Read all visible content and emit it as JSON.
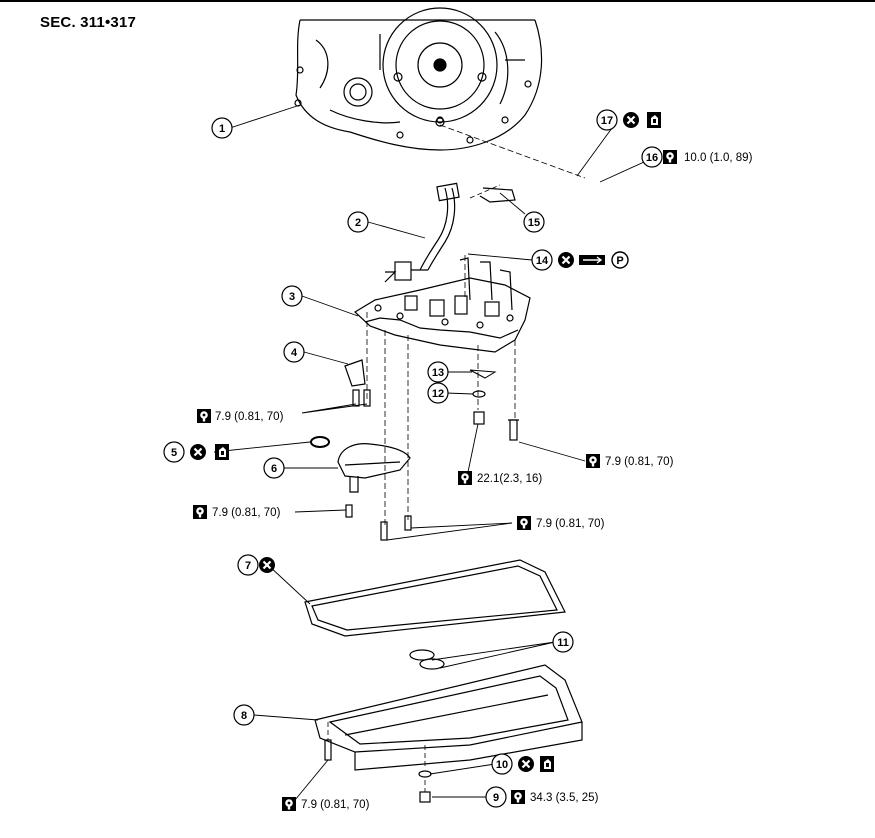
{
  "header": {
    "section": "SEC. 311•317"
  },
  "callouts": [
    {
      "num": "1"
    },
    {
      "num": "2"
    },
    {
      "num": "3"
    },
    {
      "num": "4"
    },
    {
      "num": "5"
    },
    {
      "num": "6"
    },
    {
      "num": "7"
    },
    {
      "num": "8"
    },
    {
      "num": "9"
    },
    {
      "num": "10"
    },
    {
      "num": "11"
    },
    {
      "num": "12"
    },
    {
      "num": "13"
    },
    {
      "num": "14"
    },
    {
      "num": "15"
    },
    {
      "num": "16"
    },
    {
      "num": "17"
    }
  ],
  "torque_specs": [
    {
      "text": "10.0 (1.0, 89)"
    },
    {
      "text": "7.9 (0.81, 70)"
    },
    {
      "text": "22.1(2.3, 16)"
    },
    {
      "text": "7.9 (0.81, 70)"
    },
    {
      "text": "7.9 (0.81, 70)"
    },
    {
      "text": "7.9 (0.81, 70)"
    },
    {
      "text": "7.9 (0.81, 70)"
    },
    {
      "text": "34.3 (3.5, 25)"
    }
  ],
  "symbols": {
    "do_not_reuse": "do-not-reuse-icon",
    "apply_fluid": "apply-atf-icon",
    "petroleum_jelly": "P",
    "torque": "torque-wrench-icon"
  }
}
